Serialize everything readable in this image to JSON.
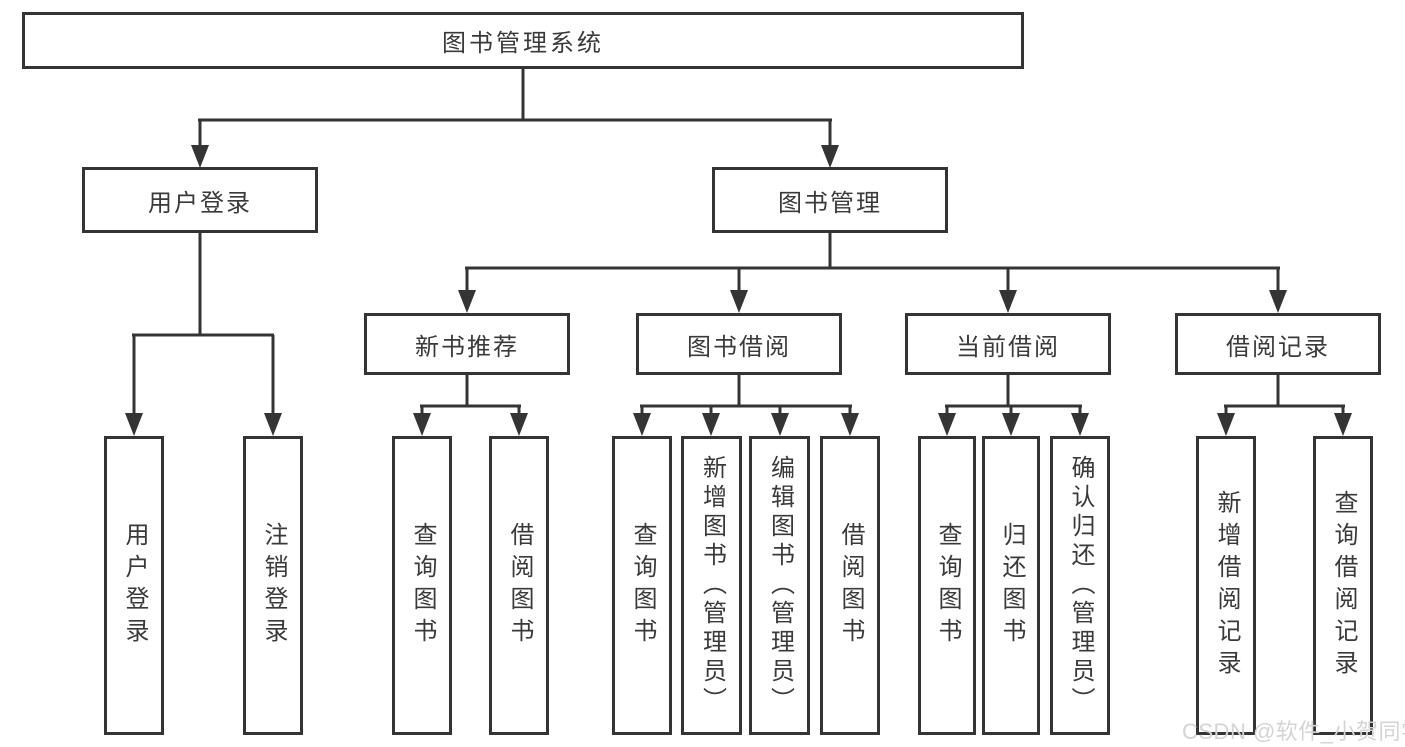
{
  "tree": {
    "root": {
      "label": "图书管理系统"
    },
    "branches": [
      {
        "label": "用户登录",
        "children": [
          {
            "label": "用户登录"
          },
          {
            "label": "注销登录"
          }
        ]
      },
      {
        "label": "图书管理",
        "children": [
          {
            "label": "新书推荐",
            "children": [
              {
                "label": "查询图书"
              },
              {
                "label": "借阅图书"
              }
            ]
          },
          {
            "label": "图书借阅",
            "children": [
              {
                "label": "查询图书"
              },
              {
                "label": "新增图书（管理员）"
              },
              {
                "label": "编辑图书（管理员）"
              },
              {
                "label": "借阅图书"
              }
            ]
          },
          {
            "label": "当前借阅",
            "children": [
              {
                "label": "查询图书"
              },
              {
                "label": "归还图书"
              },
              {
                "label": "确认归还（管理员）"
              }
            ]
          },
          {
            "label": "借阅记录",
            "children": [
              {
                "label": "新增借阅记录"
              },
              {
                "label": "查询借阅记录"
              }
            ]
          }
        ]
      }
    ]
  },
  "watermark": {
    "text": "CSDN @软件_小贺同学"
  },
  "colors": {
    "line": "#343434",
    "text": "#3a3a3a",
    "watermark": "#d4d4d4",
    "background": "#ffffff"
  }
}
